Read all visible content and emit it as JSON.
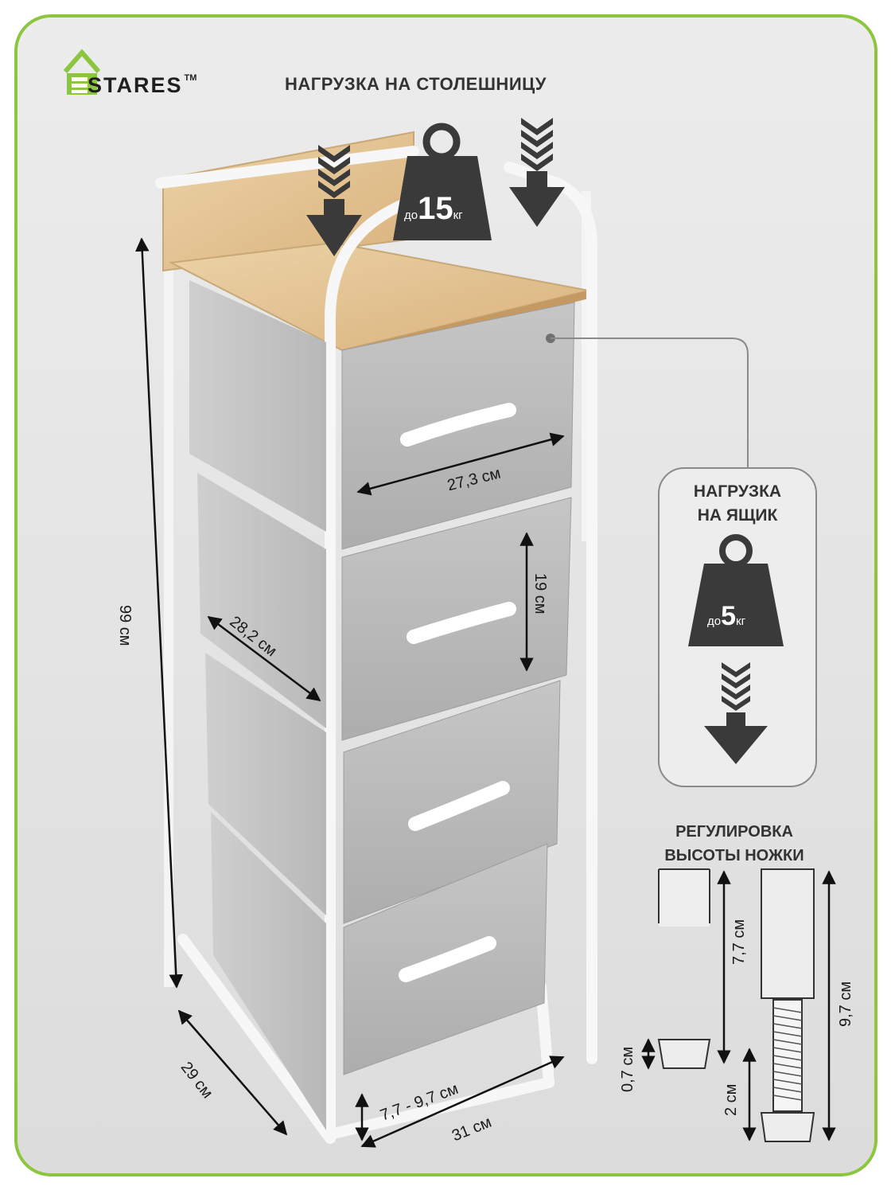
{
  "brand": {
    "name": "STARES",
    "trademark": "TM"
  },
  "headline": "НАГРУЗКА НА СТОЛЕШНИЦУ",
  "tabletop_weight": {
    "prefix": "до",
    "value": "15",
    "unit": "кг"
  },
  "drawer_load": {
    "label_line1": "НАГРУЗКА",
    "label_line2": "НА ЯЩИК",
    "weight": {
      "prefix": "до",
      "value": "5",
      "unit": "кг"
    }
  },
  "leg_adjust": {
    "title_line1": "РЕГУЛИРОВКА",
    "title_line2": "ВЫСОТЫ НОЖКИ",
    "dims": {
      "short_leg": "7,7 см",
      "long_leg": "9,7 см",
      "cap": "0,7 см",
      "screw": "2 см"
    }
  },
  "dimensions": {
    "height": "99 см",
    "depth": "29 см",
    "width": "31 см",
    "leg_range": "7,7 - 9,7 см",
    "drawer_width": "27,3 см",
    "drawer_depth": "28,2 см",
    "drawer_height": "19 см"
  },
  "colors": {
    "accent_green": "#8cc63f",
    "weight_dark": "#3a3a3a",
    "fabric_gray": "#b9b9b9",
    "wood": "#e3c79b"
  }
}
